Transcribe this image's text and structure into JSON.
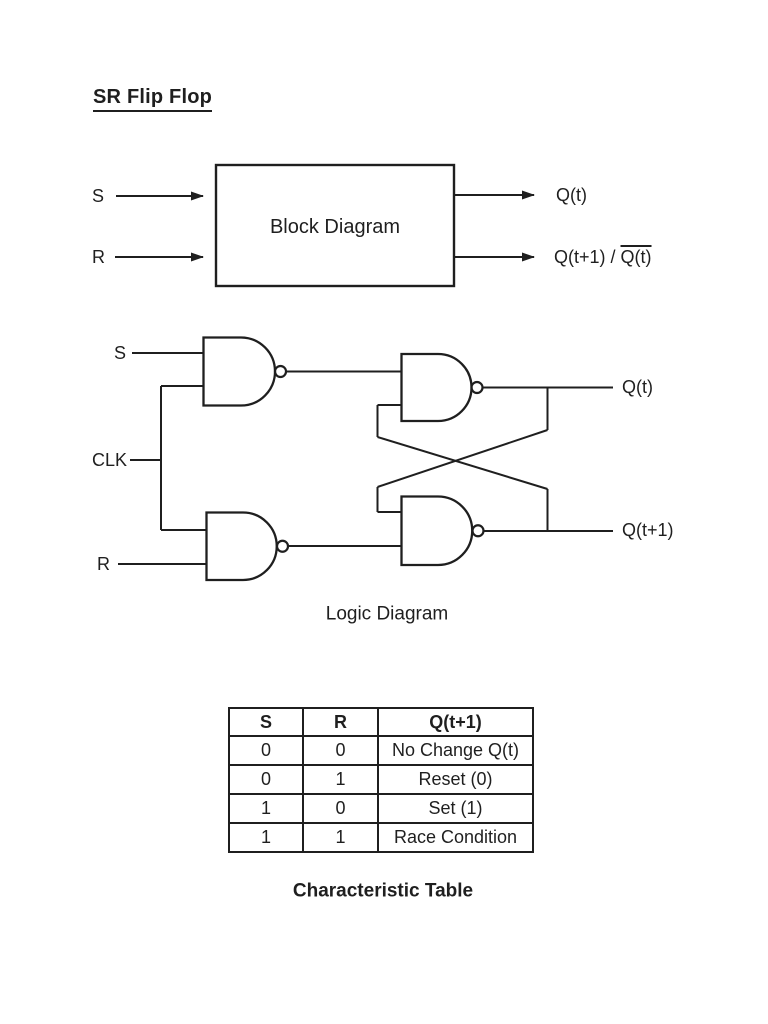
{
  "page": {
    "title": "SR Flip Flop",
    "background": "#ffffff",
    "ink_color": "#1f1f1f"
  },
  "block_diagram": {
    "label": "Block Diagram",
    "inputs": {
      "s": "S",
      "r": "R"
    },
    "outputs": {
      "q": "Q(t)",
      "qnext_prefix": "Q(t+1) / ",
      "qnext_negated": "Q(t)"
    }
  },
  "logic_diagram": {
    "caption": "Logic Diagram",
    "gate_type": "NAND",
    "inputs": {
      "s": "S",
      "clk": "CLK",
      "r": "R"
    },
    "outputs": {
      "q": "Q(t)",
      "qnext": "Q(t+1)"
    }
  },
  "characteristic_table": {
    "caption": "Characteristic Table",
    "headers": [
      "S",
      "R",
      "Q(t+1)"
    ],
    "rows": [
      [
        "0",
        "0",
        "No Change Q(t)"
      ],
      [
        "0",
        "1",
        "Reset (0)"
      ],
      [
        "1",
        "0",
        "Set (1)"
      ],
      [
        "1",
        "1",
        "Race Condition"
      ]
    ]
  }
}
